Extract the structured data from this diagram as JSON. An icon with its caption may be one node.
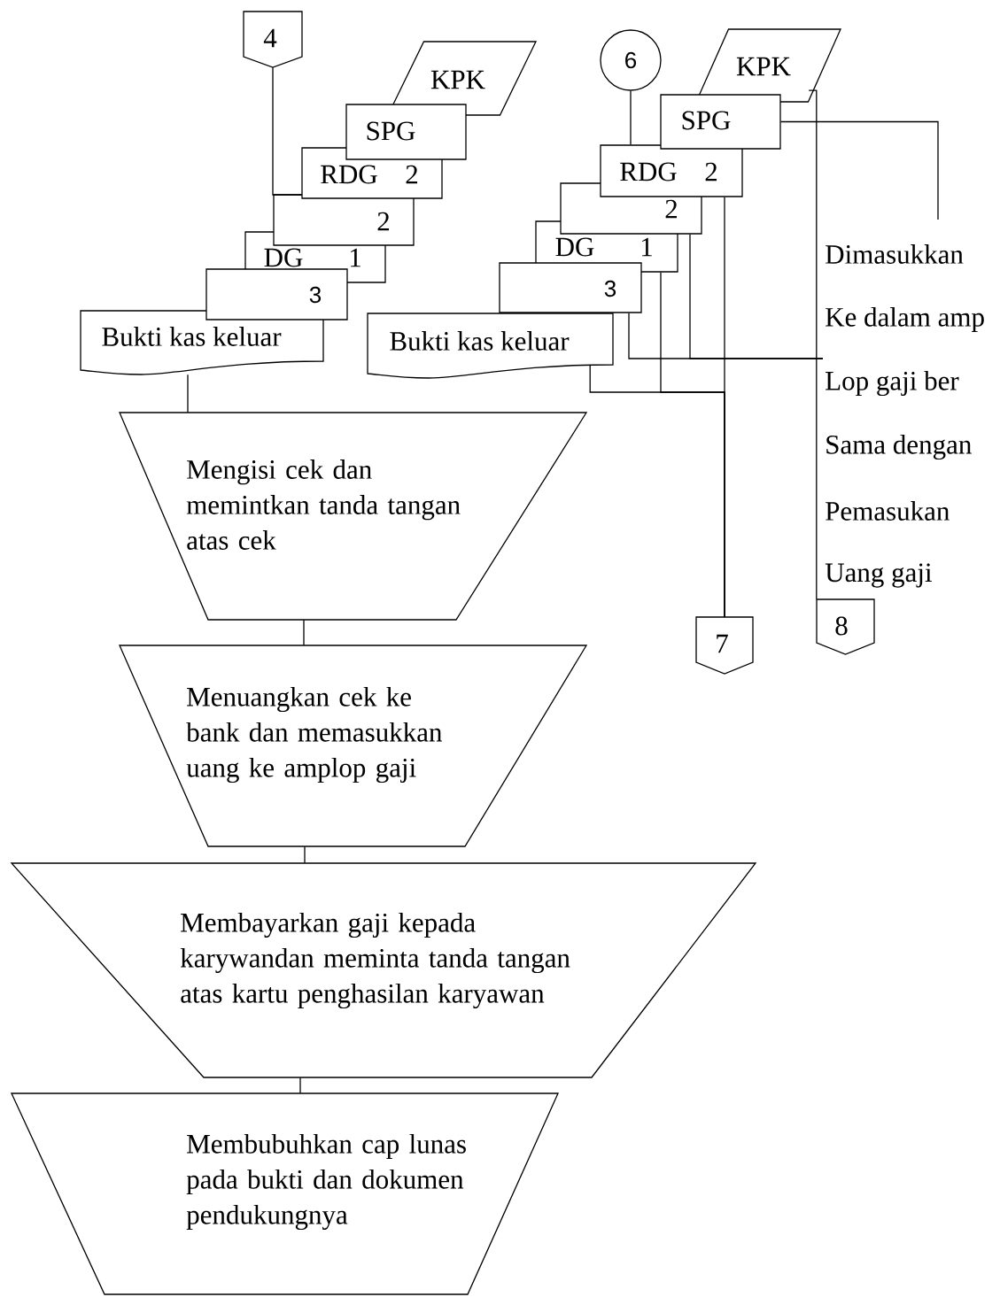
{
  "diagram": {
    "nodes": [
      {
        "text": [
          "4"
        ]
      },
      {
        "text": [
          "KPK"
        ]
      },
      {
        "text": [
          "SPG"
        ]
      },
      {
        "text": [
          "RDG",
          "2"
        ]
      },
      {
        "text": [
          "2"
        ]
      },
      {
        "text": [
          "DG",
          "1"
        ]
      },
      {
        "text": [
          "3"
        ]
      },
      {
        "text": [
          "Bukti kas keluar"
        ]
      },
      {
        "text": [
          "Mengisi cek dan memintkan tanda tangan atas cek"
        ]
      },
      {
        "text": [
          "Menuangkan cek ke bank dan memasukkan uang ke amplop gaji"
        ]
      },
      {
        "text": [
          "Membayarkan gaji kepada karywandan meminta tanda tangan atas kartu penghasilan karyawan"
        ]
      },
      {
        "text": [
          "Membubuhkan cap lunas pada bukti dan dokumen pendukungnya"
        ]
      },
      {
        "text": [
          "6"
        ]
      },
      {
        "text": [
          "KPK"
        ]
      },
      {
        "text": [
          "SPG"
        ]
      },
      {
        "text": [
          "RDG",
          "2"
        ]
      },
      {
        "text": [
          "2"
        ]
      },
      {
        "text": [
          "DG",
          "1"
        ]
      },
      {
        "text": [
          "3"
        ]
      },
      {
        "text": [
          "Bukti kas keluar"
        ]
      },
      {
        "text": [
          "7"
        ]
      },
      {
        "text": [
          "8"
        ]
      }
    ],
    "edges": [
      {
        "from": 0,
        "to": 3,
        "arrow": "none"
      },
      {
        "from": 7,
        "to": 8,
        "arrow": "none"
      },
      {
        "from": 8,
        "to": 9,
        "arrow": "none"
      },
      {
        "from": 9,
        "to": 10,
        "arrow": "none"
      },
      {
        "from": 10,
        "to": 11,
        "arrow": "none"
      },
      {
        "from": 12,
        "to": 15,
        "arrow": "none"
      },
      {
        "from": 14,
        "to": null,
        "arrow": "none"
      },
      {
        "from": 13,
        "to": 21,
        "arrow": "none"
      },
      {
        "from": 15,
        "to": 20,
        "arrow": "none"
      },
      {
        "from": 17,
        "to": 20,
        "arrow": "none"
      },
      {
        "from": 19,
        "to": 20,
        "arrow": "none"
      },
      {
        "from": 16,
        "to": null,
        "arrow": "none"
      },
      {
        "from": 18,
        "to": null,
        "arrow": "none"
      }
    ],
    "labels": [
      "Dimasukkan",
      "Ke dalam amp",
      "Lop gaji ber",
      "Sama dengan",
      "Pemasukan",
      "Uang gaji"
    ]
  }
}
